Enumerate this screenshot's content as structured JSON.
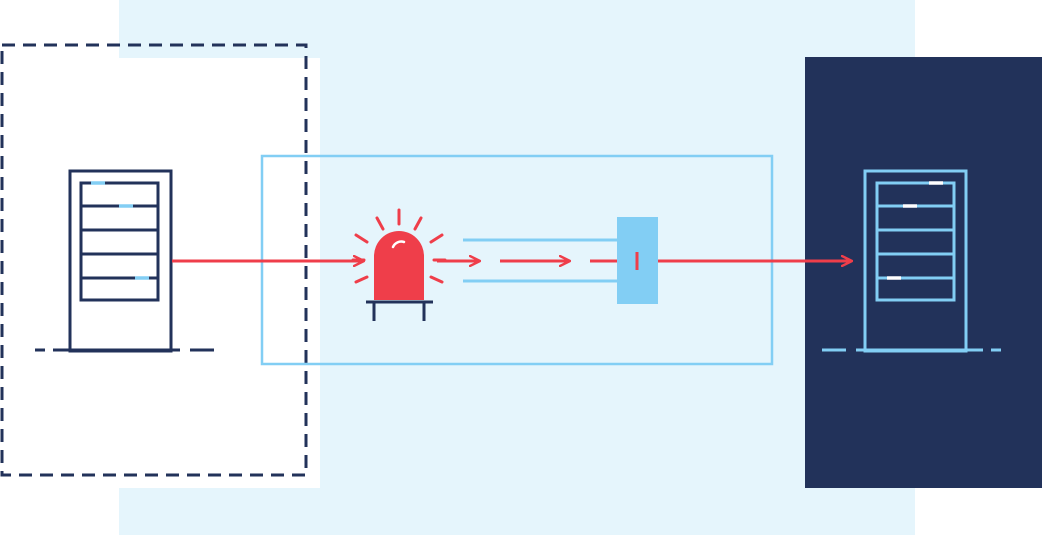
{
  "diagram": {
    "colors": {
      "background": "#ffffff",
      "zone": "#e5f5fc",
      "dark": "#22325a",
      "light_blue": "#82cef4",
      "red": "#ef3e4a",
      "white": "#ffffff"
    },
    "nodes": [
      {
        "id": "source-server",
        "icon": "server-rack-icon",
        "style": "outline-dark"
      },
      {
        "id": "alarm",
        "icon": "siren-alarm-icon",
        "style": "filled-red"
      },
      {
        "id": "filter-gate",
        "icon": "gate-block-icon",
        "style": "filled-light-blue"
      },
      {
        "id": "destination-server",
        "icon": "server-rack-icon",
        "style": "outline-light-on-dark"
      }
    ],
    "groups": [
      {
        "id": "shaded-zone",
        "style": "filled-light-blue-tint"
      },
      {
        "id": "source-boundary",
        "style": "dashed-dark"
      },
      {
        "id": "inspection-box",
        "style": "solid-light-blue"
      },
      {
        "id": "destination-panel",
        "style": "filled-dark"
      }
    ],
    "edges": [
      {
        "from": "source-server",
        "to": "alarm",
        "style": "red-arrow"
      },
      {
        "from": "alarm",
        "to": "filter-gate",
        "style": "red-dashed-arrows"
      },
      {
        "from": "filter-gate",
        "to": "destination-server",
        "style": "red-arrow"
      }
    ]
  }
}
